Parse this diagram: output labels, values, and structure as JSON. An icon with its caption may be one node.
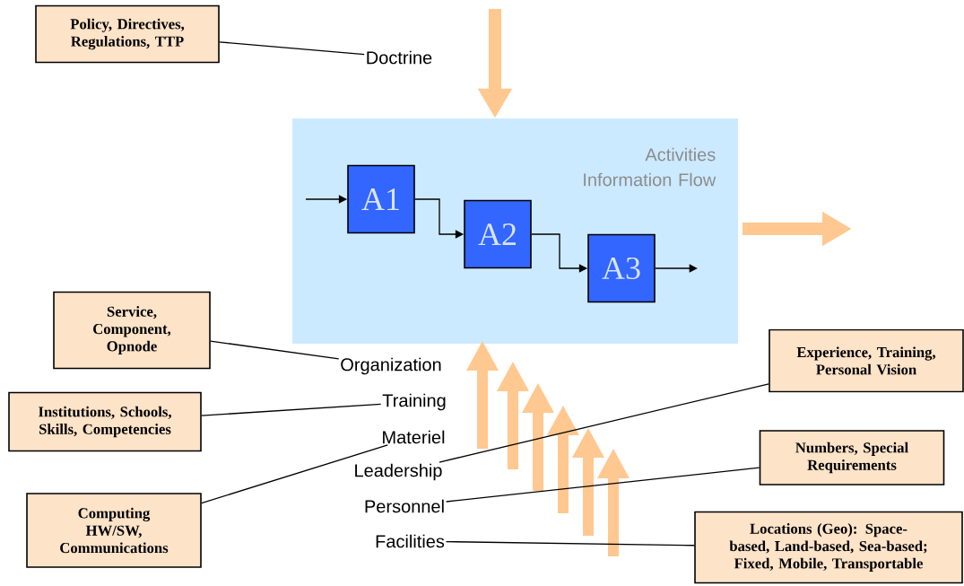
{
  "diagram": {
    "nodes": [
      {
        "text": [
          "Policy, Directives, Regulations, TTP"
        ]
      },
      {
        "text": [
          "Doctrine"
        ]
      },
      {
        "text": [
          "Activities Information Flow"
        ]
      },
      {
        "text": [
          "A1"
        ],
        "in": 2
      },
      {
        "text": [
          "A2"
        ],
        "in": 2
      },
      {
        "text": [
          "A3"
        ],
        "in": 2
      },
      {
        "text": [
          "Service, Component, Opnode"
        ]
      },
      {
        "text": [
          "Organization"
        ]
      },
      {
        "text": [
          "Institutions, Schools, Skills, Competencies"
        ]
      },
      {
        "text": [
          "Training"
        ]
      },
      {
        "text": [
          "Materiel"
        ]
      },
      {
        "text": [
          "Leadership"
        ]
      },
      {
        "text": [
          "Personnel"
        ]
      },
      {
        "text": [
          "Facilities"
        ]
      },
      {
        "text": [
          "Experience, Training, Personal Vision"
        ]
      },
      {
        "text": [
          "Numbers, Special Requirements"
        ]
      },
      {
        "text": [
          "Computing HW/SW, Communications"
        ]
      },
      {
        "text": [
          "Locations (Geo): Space-based, Land-based, Sea-based; Fixed, Mobile, Transportable"
        ]
      }
    ],
    "edges": [
      {
        "from": 0,
        "to": 1,
        "arrow": "none"
      },
      {
        "from": null,
        "to": 2,
        "arrow": "to",
        "style": "thick",
        "color": "#ffc890"
      },
      {
        "from": null,
        "to": 3,
        "arrow": "to"
      },
      {
        "from": 3,
        "to": 4,
        "arrow": "to"
      },
      {
        "from": 4,
        "to": 5,
        "arrow": "to"
      },
      {
        "from": 5,
        "to": null,
        "arrow": "to"
      },
      {
        "from": 2,
        "to": null,
        "arrow": "to",
        "style": "thick",
        "color": "#ffc890"
      },
      {
        "from": 6,
        "to": 7,
        "arrow": "none"
      },
      {
        "from": 8,
        "to": 9,
        "arrow": "none"
      },
      {
        "from": 16,
        "to": 10,
        "arrow": "none"
      },
      {
        "from": 11,
        "to": 14,
        "arrow": "none"
      },
      {
        "from": 12,
        "to": 15,
        "arrow": "none"
      },
      {
        "from": 13,
        "to": 17,
        "arrow": "none"
      }
    ]
  }
}
